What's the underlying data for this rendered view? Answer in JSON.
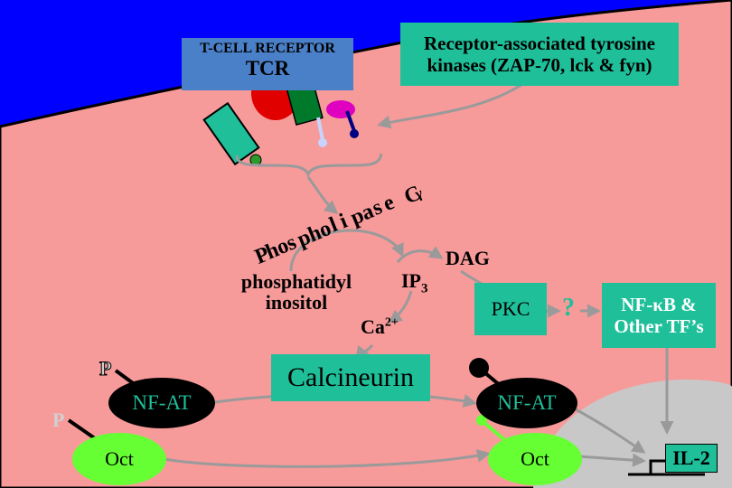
{
  "receptor_label": "T-CELL RECEPTOR",
  "tcr_label": "TCR",
  "kinases_label": "Receptor-associated tyrosine kinases (ZAP-70, lck & fyn)",
  "phospholipase": {
    "letters": [
      "P",
      "h",
      "o",
      "s",
      "p",
      "h",
      "o",
      "l",
      "i",
      "p",
      "a",
      "s",
      "e",
      " ",
      "C"
    ],
    "subscript": "γ"
  },
  "dag_label": "DAG",
  "pi_label": "phosphatidyl inositol",
  "ip3": {
    "base": "IP",
    "sub": "3"
  },
  "ca": {
    "base": "Ca",
    "sup": "2+"
  },
  "pkc_label": "PKC",
  "question_mark": "?",
  "nfkb_label": "NF-κB & Other TF’s",
  "calcineurin_label": "Calcineurin",
  "nfat_left_label": "NF-AT",
  "nfat_right_label": "NF-AT",
  "p_label_top": "P",
  "p_label_bottom": "P",
  "oct_left_label": "Oct",
  "oct_right_label": "Oct",
  "il2_label": "IL-2",
  "colors": {
    "background": "#0000ff",
    "cytoplasm": "#f79a9a",
    "nucleus": "#c8c8c8",
    "teal_box": "#1fbf9a",
    "receptor_box": "#4a80c8",
    "green_oval": "#66ff33",
    "arrow_gray": "#9a9a9a",
    "p_label_color": "#d0d0d0"
  }
}
